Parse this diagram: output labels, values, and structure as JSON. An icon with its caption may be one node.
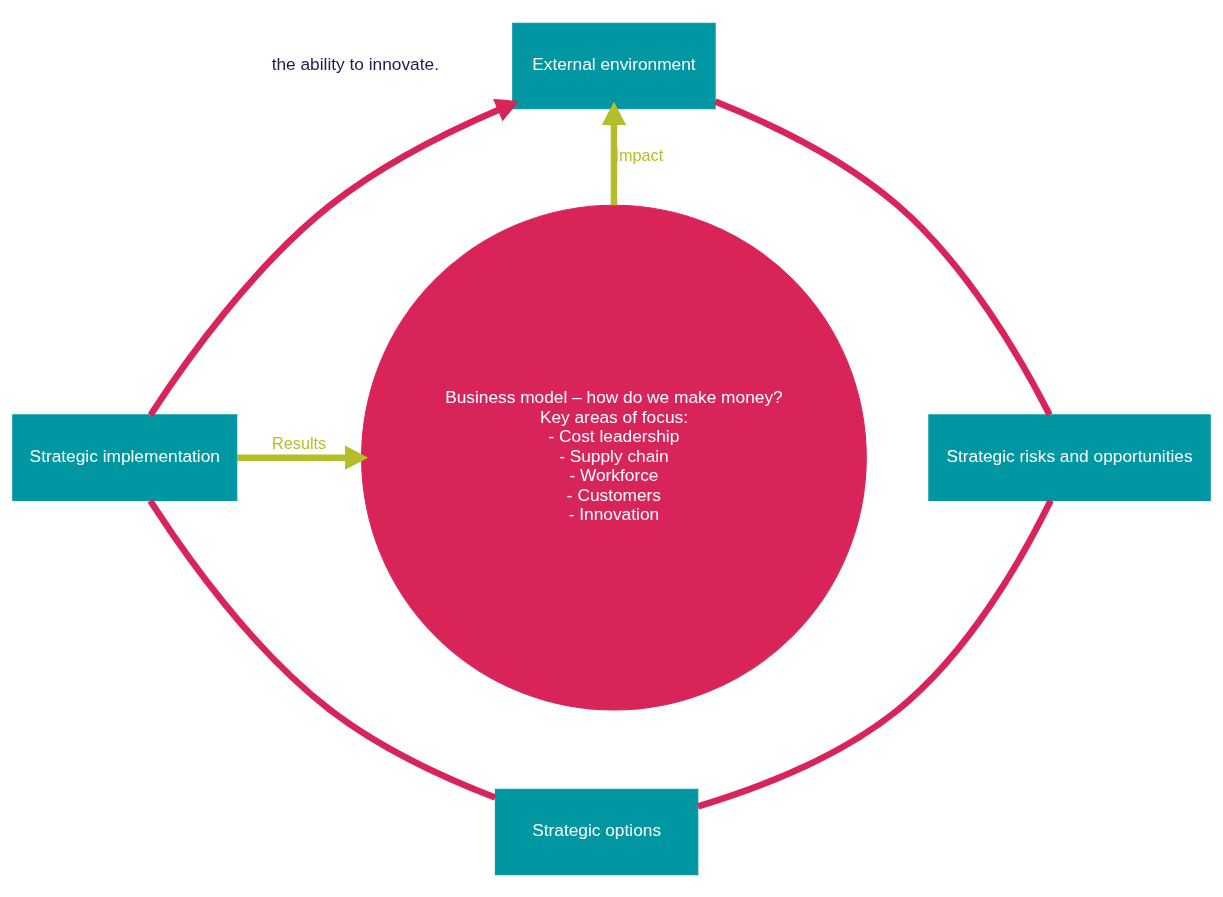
{
  "diagram": {
    "nodes": [
      {
        "text": [
          "External environment"
        ]
      },
      {
        "text": [
          "Strategic risks and opportunities"
        ]
      },
      {
        "text": [
          "Strategic options"
        ]
      },
      {
        "text": [
          "Strategic implementation"
        ]
      },
      {
        "text": [
          "Business model – how do we make money?",
          "Key areas of focus:",
          "- Cost leadership",
          "- Supply chain",
          "- Workforce",
          "- Customers",
          "- Innovation"
        ]
      }
    ],
    "edges": [
      {
        "from": 0,
        "to": 1,
        "arrow": "none"
      },
      {
        "from": 1,
        "to": 2,
        "arrow": "none"
      },
      {
        "from": 2,
        "to": 3,
        "arrow": "none"
      },
      {
        "from": 3,
        "to": 0,
        "arrow": "to"
      },
      {
        "from": 4,
        "to": 0,
        "arrow": "to",
        "label": "Impact",
        "color": "#b5bd2a"
      },
      {
        "from": 3,
        "to": 4,
        "arrow": "to",
        "label": "Results",
        "color": "#b5bd2a"
      }
    ],
    "labels": [
      "the ability to innovate."
    ]
  }
}
